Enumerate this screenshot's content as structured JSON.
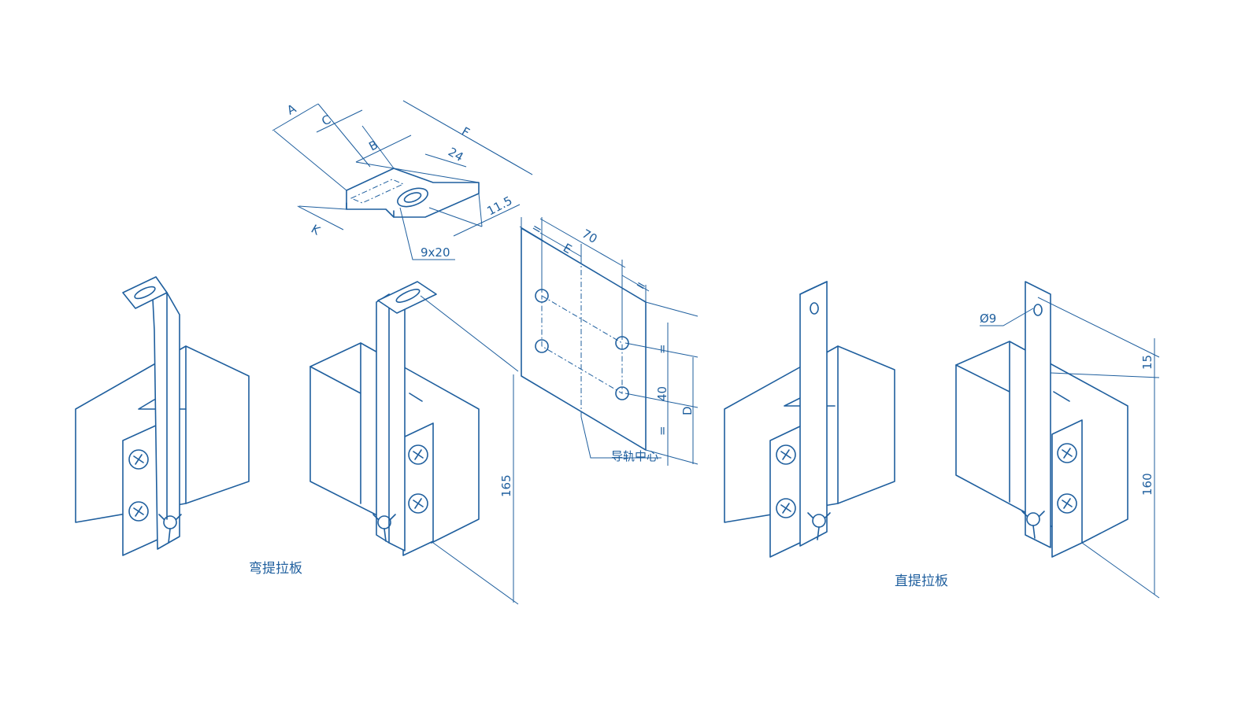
{
  "colors": {
    "line": "#1f5f9e",
    "background": "#ffffff"
  },
  "captions": {
    "bent": "弯提拉板",
    "straight": "直提拉板"
  },
  "top_detail": {
    "labels": {
      "a": "A",
      "c": "C",
      "b": "B",
      "f": "F",
      "d24": "24",
      "d115": "11.5",
      "k": "K",
      "slot": "9x20"
    }
  },
  "hole_pattern": {
    "labels": {
      "d70": "70",
      "e": "E",
      "eq1": "=",
      "eq2": "=",
      "eq3": "=",
      "d40": "40",
      "eq4": "=",
      "d": "D",
      "rail_center": "导轨中心"
    }
  },
  "bent_dims": {
    "height": "165"
  },
  "straight_dims": {
    "dia": "Ø9",
    "d15": "15",
    "height": "160"
  },
  "icons": [
    "phillips-screw-icon",
    "wing-nut-icon",
    "slot-hole-icon",
    "round-hole-icon"
  ]
}
